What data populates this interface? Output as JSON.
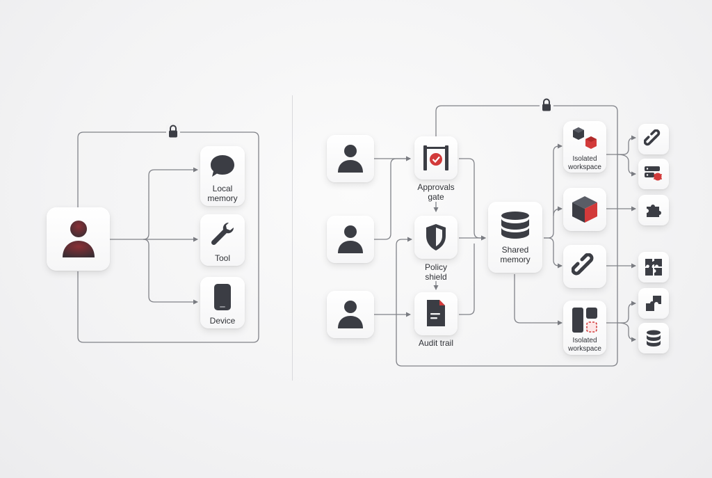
{
  "colors": {
    "icon_dark": "#3b3d44",
    "accent_red": "#d23a3a",
    "wire": "#808288"
  },
  "left_panel": {
    "user_node": {
      "icon": "user-icon"
    },
    "nodes": [
      {
        "label": "Local\nmemory",
        "icon": "chat-bubble-icon"
      },
      {
        "label": "Tool",
        "icon": "wrench-icon"
      },
      {
        "label": "Device",
        "icon": "phone-icon"
      }
    ],
    "lock_icon": "lock-icon"
  },
  "right_panel": {
    "users": [
      {
        "icon": "user-icon"
      },
      {
        "icon": "user-icon"
      },
      {
        "icon": "user-icon"
      }
    ],
    "gates": [
      {
        "label": "Approvals\ngate",
        "icon": "approval-gate-icon"
      },
      {
        "label": "Policy\nshield",
        "icon": "shield-icon"
      },
      {
        "label": "Audit trail",
        "icon": "document-icon"
      }
    ],
    "shared_memory": {
      "label": "Shared\nmemory",
      "icon": "database-icon"
    },
    "workspaces": [
      {
        "label": "Isolated\nworkspace",
        "icon": "cubes-icon"
      },
      {
        "label": "",
        "icon": "cube-icon"
      },
      {
        "label": "",
        "icon": "link-icon"
      },
      {
        "label": "Isolated\nworkspace",
        "icon": "layout-icon"
      }
    ],
    "outputs": [
      {
        "icon": "link-icon"
      },
      {
        "icon": "server-bug-icon"
      },
      {
        "icon": "puzzle-icon"
      },
      {
        "icon": "puzzle-icon"
      },
      {
        "icon": "puzzle-piece-icon"
      },
      {
        "icon": "database-icon"
      }
    ],
    "lock_icon": "lock-icon"
  }
}
